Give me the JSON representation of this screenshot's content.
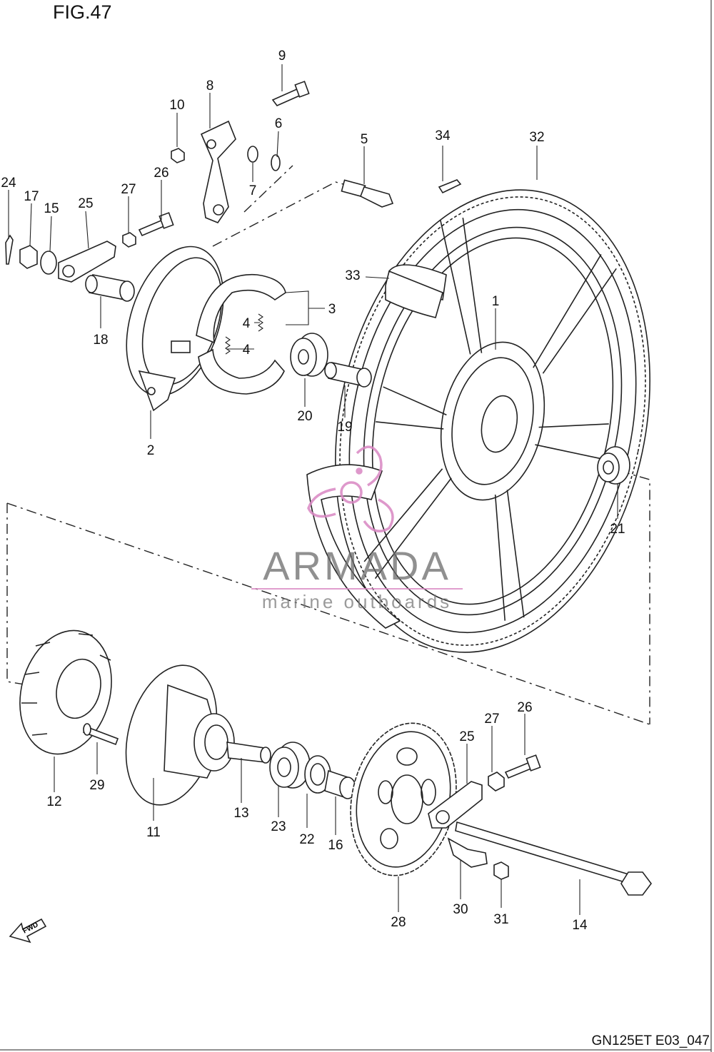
{
  "figure": {
    "title": "FIG.47",
    "code": "GN125ET E03_047"
  },
  "watermark": {
    "brand": "ARMADA",
    "tagline": "marine outboards",
    "accent_color": "#d987c3"
  },
  "fwd_arrow": {
    "label": "FWD"
  },
  "callouts": [
    {
      "id": "c1",
      "number": "1"
    },
    {
      "id": "c2",
      "number": "2"
    },
    {
      "id": "c3",
      "number": "3"
    },
    {
      "id": "c4a",
      "number": "4"
    },
    {
      "id": "c4b",
      "number": "4"
    },
    {
      "id": "c5",
      "number": "5"
    },
    {
      "id": "c6",
      "number": "6"
    },
    {
      "id": "c7",
      "number": "7"
    },
    {
      "id": "c8",
      "number": "8"
    },
    {
      "id": "c9",
      "number": "9"
    },
    {
      "id": "c10",
      "number": "10"
    },
    {
      "id": "c11",
      "number": "11"
    },
    {
      "id": "c12",
      "number": "12"
    },
    {
      "id": "c13",
      "number": "13"
    },
    {
      "id": "c14",
      "number": "14"
    },
    {
      "id": "c15",
      "number": "15"
    },
    {
      "id": "c16",
      "number": "16"
    },
    {
      "id": "c17",
      "number": "17"
    },
    {
      "id": "c18",
      "number": "18"
    },
    {
      "id": "c19",
      "number": "19"
    },
    {
      "id": "c20",
      "number": "20"
    },
    {
      "id": "c21",
      "number": "21"
    },
    {
      "id": "c22",
      "number": "22"
    },
    {
      "id": "c23",
      "number": "23"
    },
    {
      "id": "c24",
      "number": "24"
    },
    {
      "id": "c25a",
      "number": "25"
    },
    {
      "id": "c25b",
      "number": "25"
    },
    {
      "id": "c26a",
      "number": "26"
    },
    {
      "id": "c26b",
      "number": "26"
    },
    {
      "id": "c27a",
      "number": "27"
    },
    {
      "id": "c27b",
      "number": "27"
    },
    {
      "id": "c28",
      "number": "28"
    },
    {
      "id": "c29",
      "number": "29"
    },
    {
      "id": "c30",
      "number": "30"
    },
    {
      "id": "c31",
      "number": "31"
    },
    {
      "id": "c32",
      "number": "32"
    },
    {
      "id": "c33",
      "number": "33"
    },
    {
      "id": "c34",
      "number": "34"
    }
  ]
}
